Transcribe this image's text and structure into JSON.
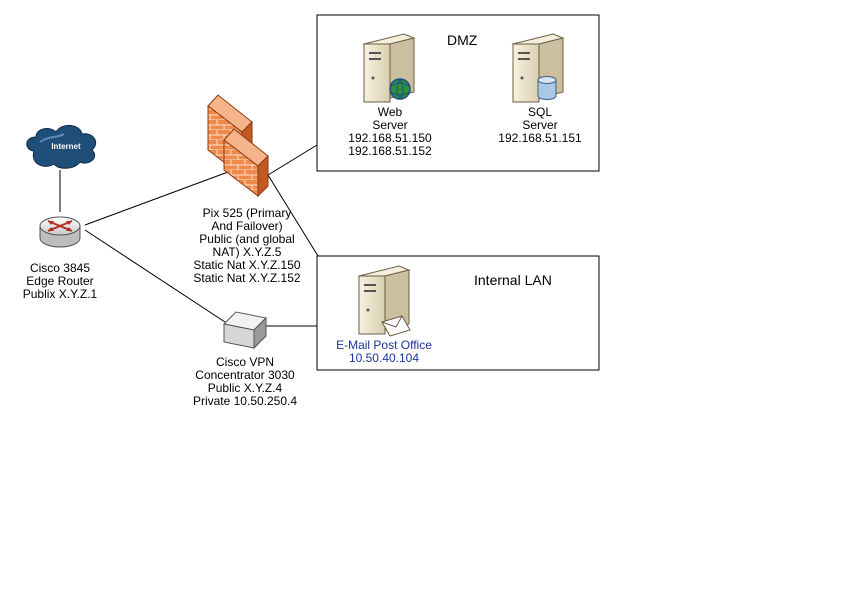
{
  "zones": {
    "dmz": {
      "title": "DMZ"
    },
    "internal_lan": {
      "title": "Internal LAN"
    }
  },
  "nodes": {
    "internet": {
      "label": "Internet",
      "icon": "cloud-icon"
    },
    "router": {
      "icon": "router-icon",
      "lines": [
        "Cisco 3845",
        "Edge Router",
        "Publix X.Y.Z.1"
      ]
    },
    "firewall": {
      "icon": "firewall-icon",
      "lines": [
        "Pix 525 (Primary",
        "And Failover)",
        "Public (and global",
        "NAT) X.Y.Z.5",
        "Static Nat X.Y.Z.150",
        "Static Nat X.Y.Z.152"
      ]
    },
    "vpn": {
      "icon": "vpn-concentrator-icon",
      "lines": [
        "Cisco VPN",
        "Concentrator 3030",
        "Public X.Y.Z.4",
        "Private 10.50.250.4"
      ]
    },
    "web_server": {
      "icon": "web-server-icon",
      "lines": [
        "Web",
        "Server",
        "192.168.51.150",
        "192.168.51.152"
      ]
    },
    "sql_server": {
      "icon": "database-server-icon",
      "lines": [
        "SQL",
        "Server",
        "192.168.51.151"
      ]
    },
    "mail_server": {
      "icon": "mail-server-icon",
      "lines": [
        "E-Mail Post Office",
        "10.50.40.104"
      ],
      "color": "#1a3399"
    }
  },
  "colors": {
    "cloud": "#1f4e79",
    "firewall": "#e8743b",
    "server": "#efe6cf",
    "globe": "#2f8f3a",
    "db": "#a8c8e8"
  }
}
